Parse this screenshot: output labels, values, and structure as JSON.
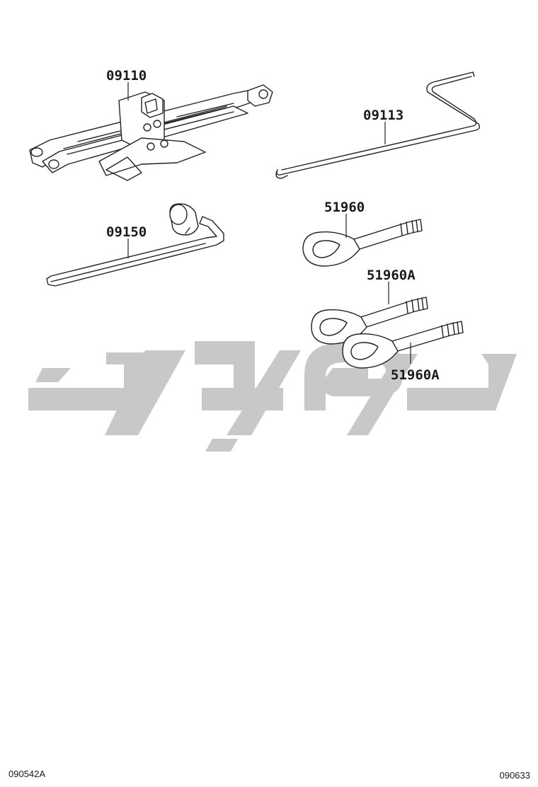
{
  "diagram": {
    "parts": [
      {
        "id": "jack",
        "label": "09110"
      },
      {
        "id": "jack-handle",
        "label": "09113"
      },
      {
        "id": "wheel-wrench",
        "label": "09150"
      },
      {
        "id": "towing-eye",
        "label": "51960"
      },
      {
        "id": "towing-eye-a-1",
        "label": "51960A"
      },
      {
        "id": "towing-eye-a-2",
        "label": "51960A"
      }
    ],
    "footer": {
      "left_code": "090542A",
      "right_code": "090633"
    }
  },
  "colors": {
    "line": "#222222",
    "watermark": "#c8c8c8",
    "background": "#ffffff"
  }
}
